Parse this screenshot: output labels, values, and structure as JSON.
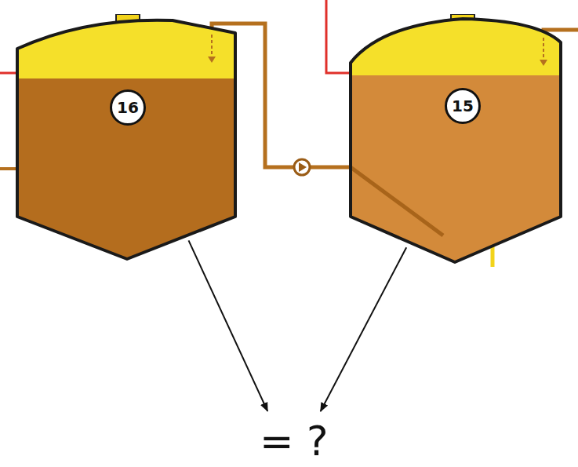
{
  "diagram": {
    "nodes": [
      {
        "text": [
          "16"
        ]
      },
      {
        "text": [
          "15"
        ]
      },
      {
        "text": [
          "= ?"
        ]
      }
    ],
    "edges": [
      {
        "from": 1,
        "to": 0,
        "arrow": "none"
      },
      {
        "from": 0,
        "to": 2,
        "arrow": "to"
      },
      {
        "from": 1,
        "to": 2,
        "arrow": "to"
      }
    ]
  }
}
